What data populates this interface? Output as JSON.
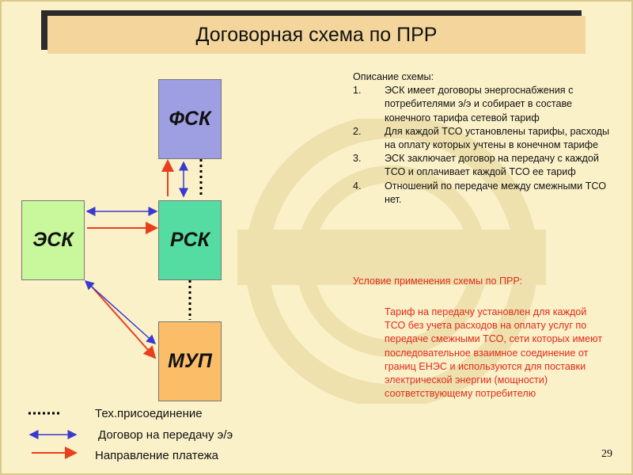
{
  "title": "Договорная схема по ПРР",
  "boxes": {
    "fsk": "ФСК",
    "rsk": "РСК",
    "esk": "ЭСК",
    "mup": "МУП"
  },
  "description": {
    "heading": "Описание схемы:",
    "items": [
      {
        "num": "1.",
        "text": "ЭСК имеет договоры энергоснабжения с потребителями э/э и собирает в составе конечного тарифа сетевой тариф"
      },
      {
        "num": "2.",
        "text": "Для каждой ТСО установлены тарифы, расходы на оплату которых учтены в конечном тарифе"
      },
      {
        "num": "3.",
        "text": "ЭСК заключает договор на передачу с каждой ТСО и оплачивает каждой ТСО ее тариф"
      },
      {
        "num": "4.",
        "text": "Отношений по передаче между смежными ТСО нет."
      }
    ]
  },
  "condition": {
    "title": "Условие применения схемы по ПРР:",
    "text": "Тариф на передачу установлен для каждой ТСО без учета расходов на оплату услуг по передаче смежными ТСО, сети которых имеют последовательное взаимное соединение от границ ЕНЭС и используются для поставки электрической энергии (мощности) соответствующему потребителю"
  },
  "legend": {
    "connection": "Тех.присоединение",
    "contract": "Договор на передачу э/э",
    "payment": "Направление платежа"
  },
  "page_number": "29",
  "colors": {
    "contract_arrow": "#3a3ad0",
    "payment_arrow": "#e8401f",
    "condition_text": "#e02a1a"
  }
}
